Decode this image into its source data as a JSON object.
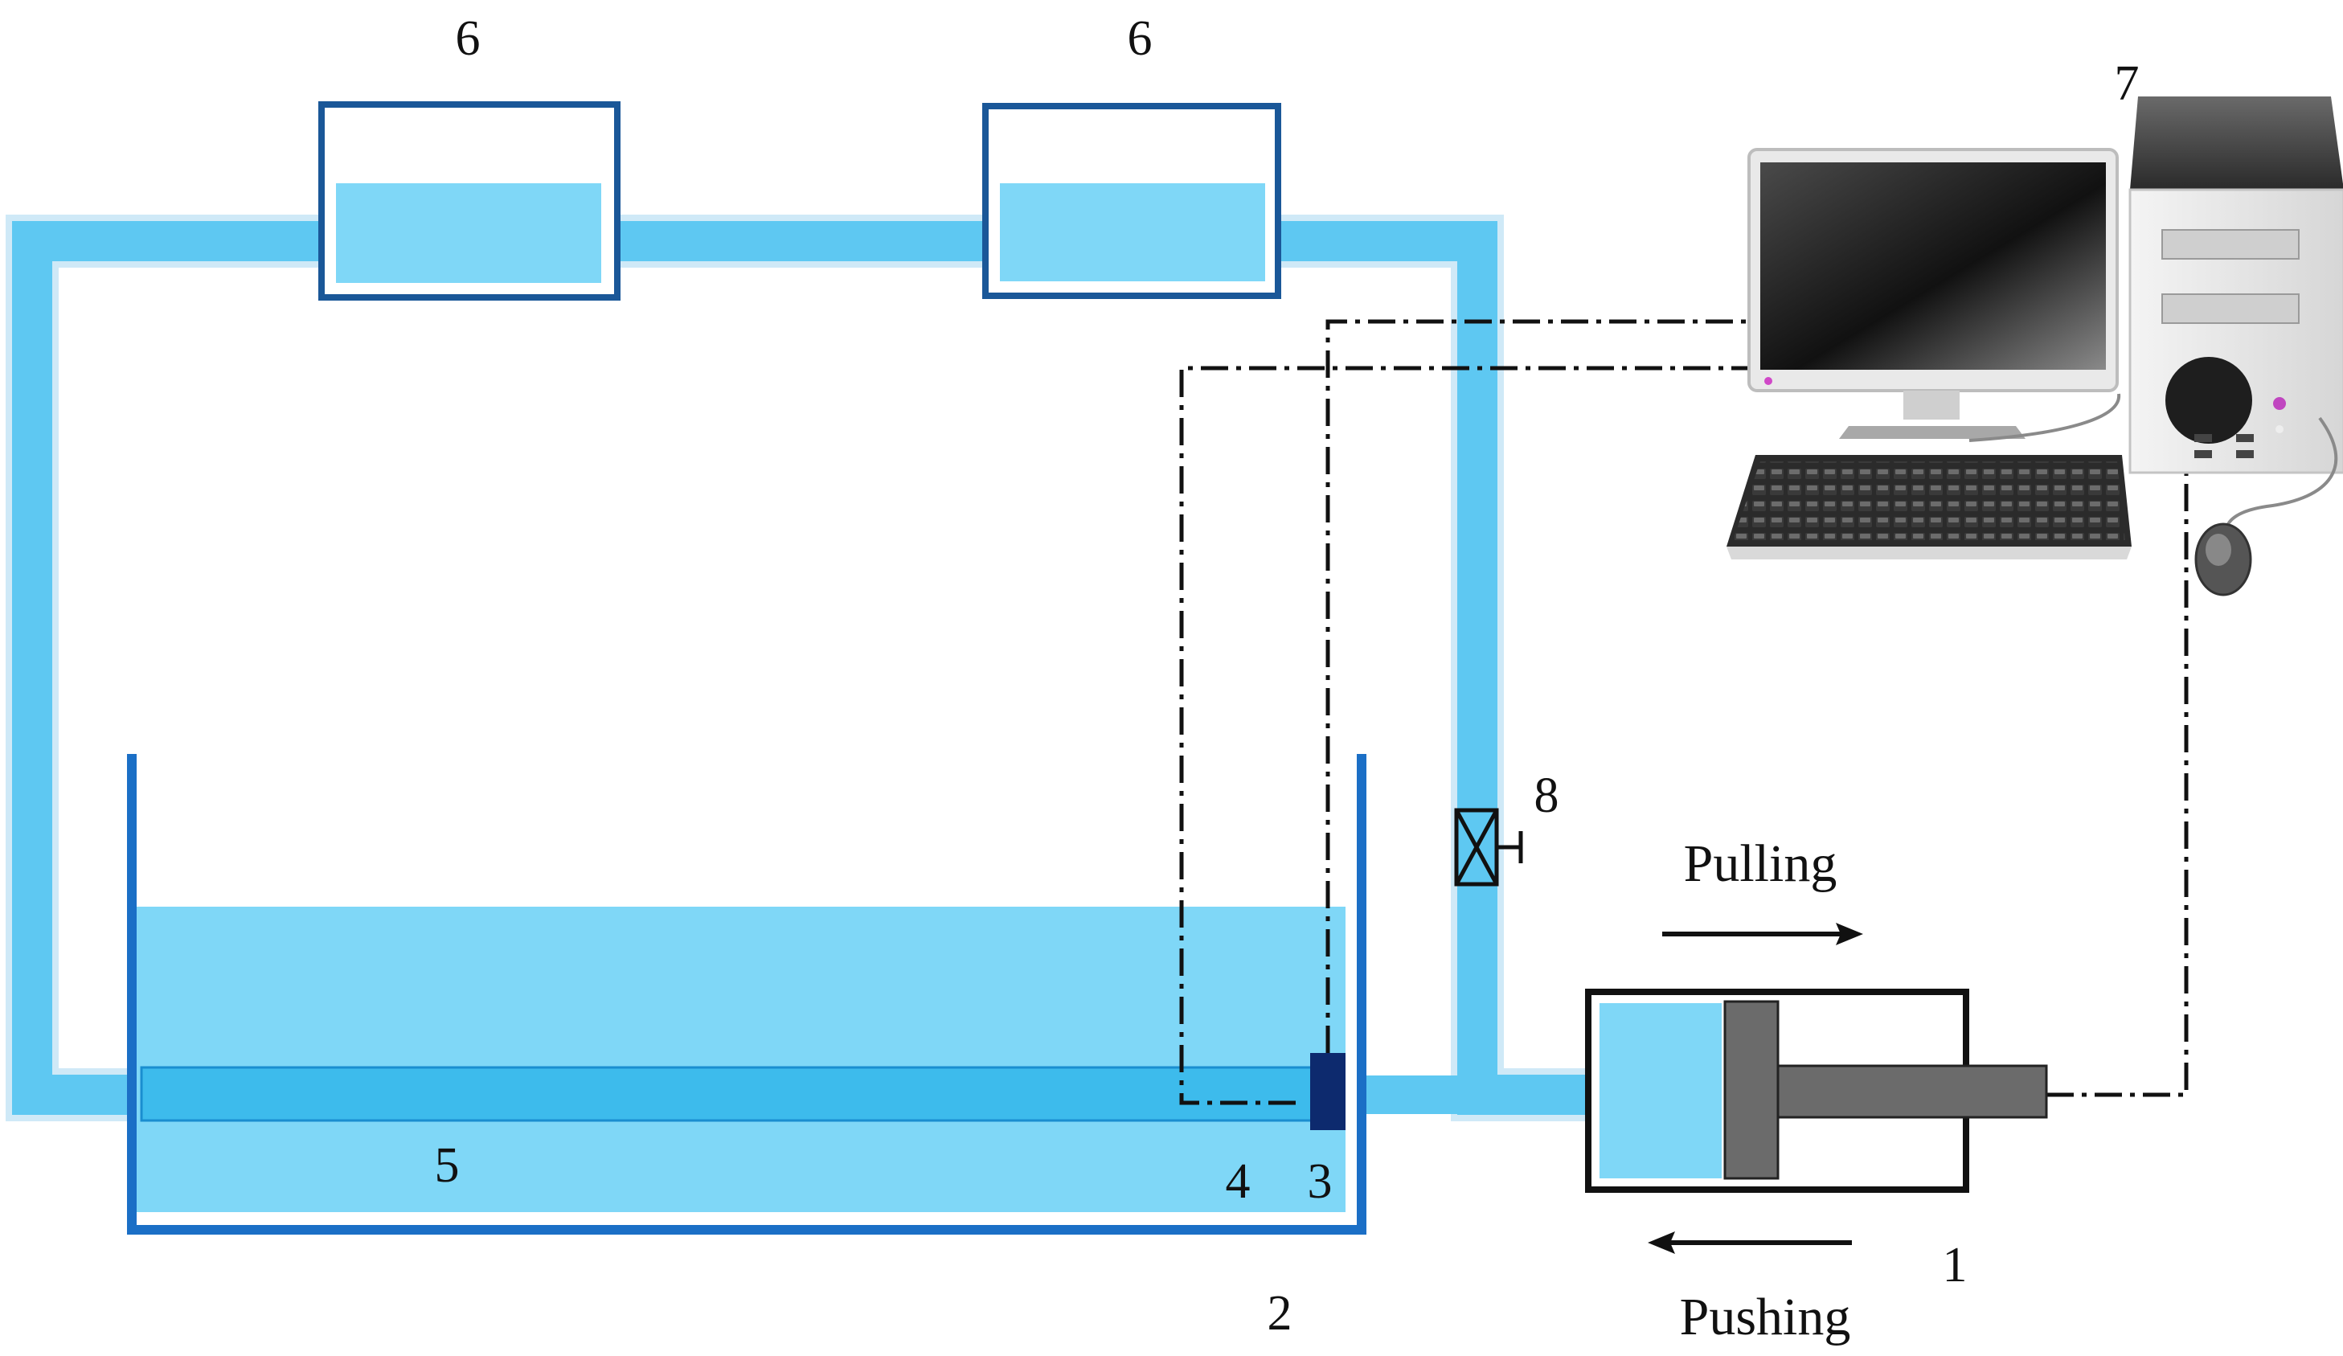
{
  "labels": {
    "piston_pump": "1",
    "water_tank": "2",
    "sensor_3": "3",
    "sensor_4": "4",
    "pipe_5": "5",
    "reservoir_left": "6",
    "reservoir_right": "6",
    "computer": "7",
    "valve": "8"
  },
  "directions": {
    "pulling": "Pulling",
    "pushing": "Pushing"
  },
  "icons": {
    "arrow_right": "arrow-right-icon",
    "arrow_left": "arrow-left-icon",
    "valve": "valve-icon",
    "computer": "desktop-computer-icon"
  },
  "colors": {
    "pipe": "#5ec8f2",
    "pipe_edge": "#cfe9f7",
    "water": "#7fd7f7",
    "tank_wall": "#1b6fc6",
    "reservoir_frame": "#1a5798",
    "sensor": "#0d2a6e",
    "piston": "#6b6b6b",
    "wire": "#111111"
  }
}
